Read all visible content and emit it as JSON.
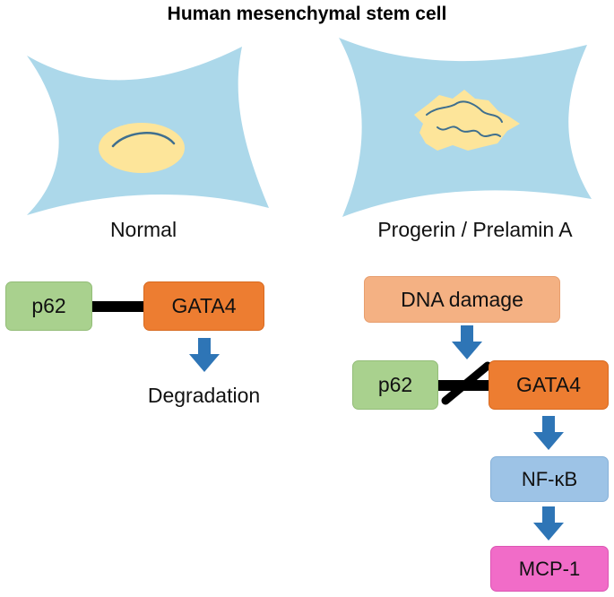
{
  "title": "Human mesenchymal stem cell",
  "cells": {
    "normal_label": "Normal",
    "progerin_label": "Progerin / Prelamin A"
  },
  "left_pathway": {
    "p62": "p62",
    "gata4": "GATA4",
    "outcome": "Degradation"
  },
  "right_pathway": {
    "trigger": "DNA damage",
    "p62": "p62",
    "gata4": "GATA4",
    "nfkb": "NF-κB",
    "mcp1": "MCP-1"
  },
  "colors": {
    "cell_body": "#acd8ea",
    "nucleus": "#fde59a",
    "chromatin": "#3f6f8e",
    "arrow": "#2e75b6",
    "p62_box": "#a9d18e",
    "gata4_box": "#ed7d31",
    "dna_damage_box": "#f4b183",
    "nfkb_box": "#9dc3e6",
    "mcp1_box": "#f16cc8"
  }
}
